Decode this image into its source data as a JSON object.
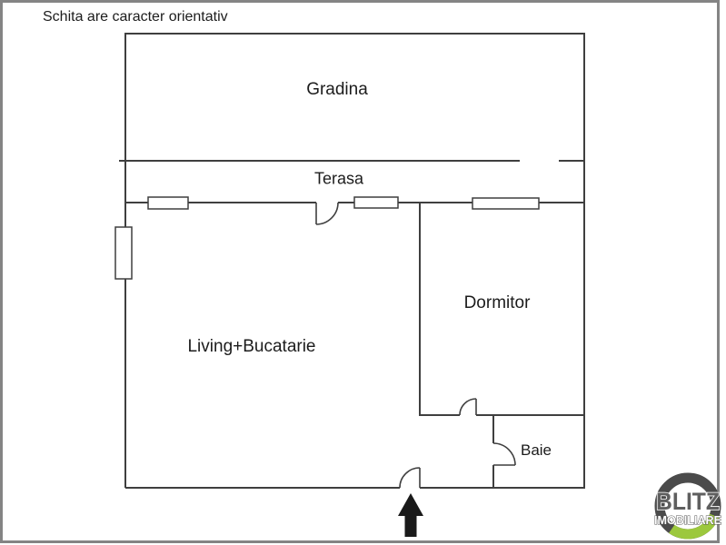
{
  "page": {
    "disclaimer": "Schita are caracter orientativ"
  },
  "floor_plan": {
    "rooms": [
      {
        "id": "gradina",
        "label": "Gradina"
      },
      {
        "id": "terasa",
        "label": "Terasa"
      },
      {
        "id": "living_bucatarie",
        "label": "Living+Bucatarie"
      },
      {
        "id": "dormitor",
        "label": "Dormitor"
      },
      {
        "id": "baie",
        "label": "Baie"
      }
    ]
  },
  "logo": {
    "brand": "BLITZ",
    "tagline": "IMOBILIARE"
  },
  "colors": {
    "wall": "#3f3f3f",
    "frame": "#848484",
    "text": "#1c1c1c",
    "arrow": "#1a1a1a",
    "logo_ring": "#4b4b4b",
    "logo_accent": "#9cc83d",
    "logo_text": "#5f5f5f"
  }
}
